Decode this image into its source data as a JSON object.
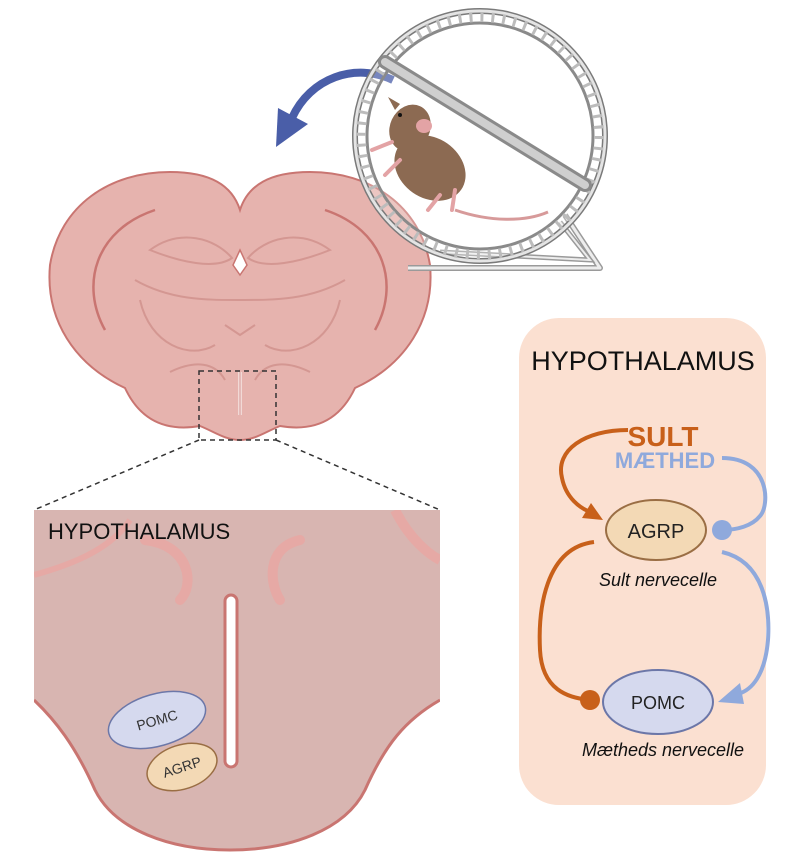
{
  "zoom": {
    "title": "HYPOTHALAMUS",
    "pomc_label": "POMC",
    "agrp_label": "AGRP"
  },
  "panel": {
    "title": "HYPOTHALAMUS",
    "sult": "SULT",
    "maethed": "MÆTHED",
    "agrp_label": "AGRP",
    "agrp_caption": "Sult nervecelle",
    "pomc_label": "POMC",
    "pomc_caption": "Mætheds nervecelle"
  },
  "colors": {
    "brain_fill": "#e6b3ae",
    "brain_stroke": "#c97571",
    "panel_bg": "#fbe0d1",
    "sult": "#c8601a",
    "maethed": "#8fa9dc",
    "arrow_blue": "#4a5ea8",
    "pomc_fill": "#d5d9ee",
    "agrp_fill": "#f3d9b5",
    "mouse": "#8c6a52"
  },
  "icons": [
    "brain-section-icon",
    "mouse-icon",
    "running-wheel-icon",
    "curved-arrow-icon"
  ]
}
